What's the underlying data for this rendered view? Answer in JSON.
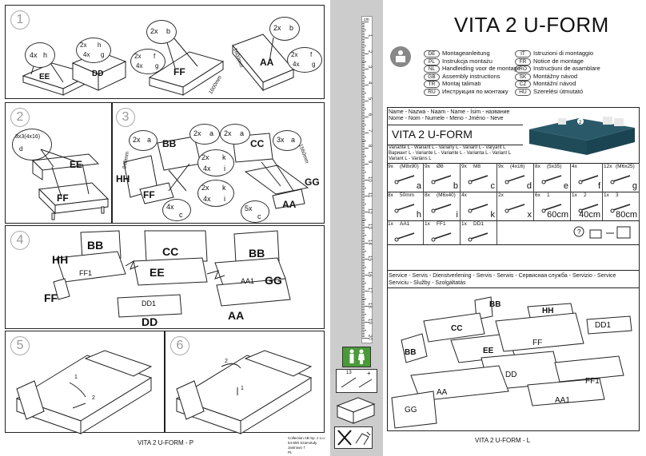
{
  "left_page": {
    "steps": [
      "1",
      "2",
      "3",
      "4",
      "5",
      "6"
    ],
    "step1": {
      "callout_a": {
        "qty": "4x",
        "part": "h"
      },
      "callout_b": {
        "qty1": "2x",
        "qty2": "4x",
        "part1": "h",
        "part2": "g"
      },
      "callout_c": {
        "qty": "2x",
        "part": "b"
      },
      "callout_d": {
        "qty1": "2x",
        "qty2": "4x",
        "part1": "f",
        "part2": "g"
      },
      "callout_e": {
        "qty": "2x",
        "part": "b"
      },
      "callout_f": {
        "qty1": "2x",
        "qty2": "4x",
        "part1": "f",
        "part2": "g"
      },
      "labels": [
        "EE",
        "DD",
        "FF",
        "AA"
      ],
      "dim1": "1600mm",
      "dim2": "1600mm"
    },
    "step2": {
      "callout": "3x3(4x16)",
      "part": "d",
      "labels": [
        "EE",
        "FF"
      ]
    },
    "step3": {
      "callouts": [
        {
          "qty": "2x",
          "part": "a"
        },
        {
          "qty": "2x",
          "part": "a"
        },
        {
          "qty": "2x",
          "part": "a"
        },
        {
          "qty": "3x",
          "part": "a"
        },
        {
          "qty1": "2x",
          "qty2": "4x",
          "part1": "k",
          "part2": "i"
        },
        {
          "qty1": "2x",
          "qty2": "4x",
          "part1": "k",
          "part2": "i"
        },
        {
          "qty": "4x",
          "part": "c"
        },
        {
          "qty": "5x",
          "part": "c"
        }
      ],
      "labels": [
        "BB",
        "CC",
        "HH",
        "FF",
        "AA",
        "GG"
      ],
      "dim1": "940mm",
      "dim2": "1560mm"
    },
    "step4": {
      "labels": [
        "BB",
        "HH",
        "FF1",
        "FF",
        "CC",
        "EE",
        "DD1",
        "DD",
        "BB",
        "GG",
        "AA1",
        "AA"
      ]
    },
    "footer": "VITA 2 U-FORM - P",
    "company": [
      "Collection AB Sp. z o.o.",
      "64-550 Szamotuły",
      "Jastrowo 7",
      "PL"
    ]
  },
  "ruler": {
    "numbers": [
      "1",
      "2",
      "3",
      "4",
      "5",
      "6",
      "7",
      "8",
      "9",
      "10",
      "11",
      "12",
      "13",
      "14",
      "15",
      "16",
      "17",
      "18",
      "19",
      "20"
    ],
    "unit": "cm"
  },
  "right_page": {
    "title": "VITA 2 U-FORM",
    "languages": [
      {
        "code": "DE",
        "text": "Montageanleitung"
      },
      {
        "code": "PL",
        "text": "Instrukcja montażu"
      },
      {
        "code": "NL",
        "text": "Handleiding voor de montage"
      },
      {
        "code": "GB",
        "text": "Assembly instructions"
      },
      {
        "code": "TR",
        "text": "Montaj talimatı"
      },
      {
        "code": "RU",
        "text": "Инструкция по монтажу"
      },
      {
        "code": "IT",
        "text": "Istruzioni di montaggio"
      },
      {
        "code": "FR",
        "text": "Notice de montage"
      },
      {
        "code": "RO",
        "text": "Instrucțiuni de asamblare"
      },
      {
        "code": "SK",
        "text": "Montážny návod"
      },
      {
        "code": "CZ",
        "text": "Montážní návod"
      },
      {
        "code": "HU",
        "text": "Szerelési útmutató"
      }
    ],
    "name_line1": "Name - Nazwa - Naam - Name - İsim - название",
    "name_line2": "Nome - Nom - Numele - Meno - Jméno - Neve",
    "product_name": "VITA 2 U-FORM",
    "variant_line1": "Variante L - Wariant L - Variany L - Variant L - Varyant L",
    "variant_line2": "Вариант L - Variante L - Variante L - Varianta L - Variant L",
    "variant_line3": "Variant L - Variáns L",
    "hardware": [
      {
        "qty": "9x",
        "spec": "(M8x90)",
        "letter": "a"
      },
      {
        "qty": "9x",
        "spec": "Ø8",
        "letter": "b"
      },
      {
        "qty": "9x",
        "spec": "M8",
        "letter": "c"
      },
      {
        "qty": "9x",
        "spec": "(4x16)",
        "letter": "d"
      },
      {
        "qty": "8x",
        "spec": "(5x35)",
        "letter": "e"
      },
      {
        "qty": "4x",
        "spec": "",
        "letter": "f"
      },
      {
        "qty": "12x",
        "spec": "(M6x25)",
        "letter": "g"
      },
      {
        "qty": "8x",
        "spec": "50mm",
        "letter": "h"
      },
      {
        "qty": "8x",
        "spec": "(M6x40)",
        "letter": "i"
      },
      {
        "qty": "4x",
        "spec": "",
        "letter": "k"
      },
      {
        "qty": "2x",
        "spec": "",
        "letter": "x"
      },
      {
        "qty": "6x",
        "spec": "1",
        "letter": "60cm"
      },
      {
        "qty": "1x",
        "spec": "2",
        "letter": "40cm"
      },
      {
        "qty": "1x",
        "spec": "3",
        "letter": "80cm"
      },
      {
        "qty": "1x",
        "spec": "AA1",
        "letter": ""
      },
      {
        "qty": "1x",
        "spec": "FF1",
        "letter": ""
      },
      {
        "qty": "1x",
        "spec": "DD1",
        "letter": ""
      }
    ],
    "service_line1": "Service - Servis - Dienstverlening - Servis - Serwis - Сервисная служба - Servizio - Service",
    "service_line2": "Serviciu - Služby - Szolgáltatás",
    "part_labels": [
      "BB",
      "HH",
      "DD1",
      "CC",
      "EE",
      "FF",
      "BB",
      "DD",
      "FF1",
      "AA",
      "AA1",
      "GG"
    ],
    "footer": "VITA 2 U-FORM - L",
    "box_count": "13"
  }
}
